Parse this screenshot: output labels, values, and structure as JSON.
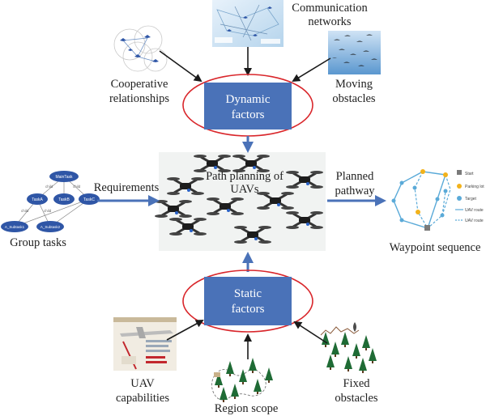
{
  "colors": {
    "factor_box": "#4a72b8",
    "ellipse": "#d9262b",
    "blue_arrow": "#4a72b8",
    "black_arrow": "#1a1a1a",
    "node_blue": "#2f56a6",
    "waypoint_line": "#5aaad8",
    "drone_dark": "#222222"
  },
  "dynamic_factors": {
    "label_line1": "Dynamic",
    "label_line2": "factors",
    "inputs": [
      {
        "line1": "Cooperative",
        "line2": "relationships"
      },
      {
        "line1": "Communication",
        "line2": "networks"
      },
      {
        "line1": "Moving",
        "line2": "obstacles"
      }
    ]
  },
  "static_factors": {
    "label_line1": "Static",
    "label_line2": "factors",
    "inputs": [
      {
        "line1": "UAV",
        "line2": "capabilities"
      },
      {
        "line1": "Region scope",
        "line2": ""
      },
      {
        "line1": "Fixed",
        "line2": "obstacles"
      }
    ]
  },
  "center": {
    "line1": "Path planning of",
    "line2": "UAVs"
  },
  "left": {
    "arrow_label": "Requirements",
    "caption": "Group tasks",
    "tree": {
      "root": "MainTask",
      "level1": [
        "TaskA",
        "TaskB",
        "TaskC"
      ],
      "level2": [
        "A_Subtask1",
        "A_Subtask2"
      ],
      "edge_label": "child"
    }
  },
  "right": {
    "arrow_label_line1": "Planned",
    "arrow_label_line2": "pathway",
    "caption": "Waypoint sequence",
    "legend": [
      "Start",
      "Parking lot",
      "Target",
      "UAV route",
      "UAV route"
    ]
  }
}
